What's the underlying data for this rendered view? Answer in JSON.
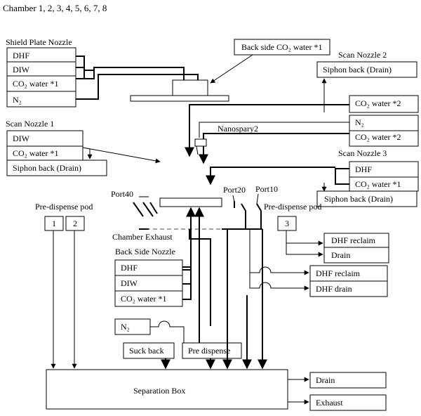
{
  "title": "Chamber 1, 2, 3, 4, 5, 6, 7, 8",
  "shield_plate_nozzle": {
    "title": "Shield Plate Nozzle",
    "items": [
      "DHF",
      "DIW",
      "CO₂ water *1",
      "N₂"
    ]
  },
  "back_side_co2": {
    "label": "Back side CO₂ water *1"
  },
  "scan_nozzle_2": {
    "title": "Scan Nozzle 2",
    "items": [
      "Siphon back (Drain)"
    ]
  },
  "scan_nozzle_1": {
    "title": "Scan Nozzle 1",
    "items": [
      "DIW",
      "CO₂ water *1",
      "Siphon back (Drain)"
    ]
  },
  "right_supply": {
    "items": [
      "CO₂ water *2",
      "N₂",
      "CO₂ water *2"
    ]
  },
  "nanospray": {
    "label": "Nanospary2"
  },
  "scan_nozzle_3": {
    "title": "Scan Nozzle 3",
    "items": [
      "DHF",
      "CO₂ water *1",
      "Siphon back (Drain)"
    ]
  },
  "ports": {
    "port40": "Port40",
    "port20": "Port20",
    "port10": "Port10"
  },
  "pre_dispense_pod_left": {
    "label": "Pre-dispense pod",
    "items": [
      "1",
      "2"
    ]
  },
  "pre_dispense_pod_right": {
    "label": "Pre-dispense pod",
    "items": [
      "3"
    ]
  },
  "chamber_exhaust": {
    "label": "Chamber Exhaust"
  },
  "back_side_nozzle": {
    "title": "Back Side Nozzle",
    "items": [
      "DHF",
      "DIW",
      "CO₂ water *1"
    ]
  },
  "n2_box": {
    "label": "N₂"
  },
  "drain_group_1": {
    "items": [
      "DHF reclaim",
      "Drain"
    ]
  },
  "drain_group_2": {
    "items": [
      "DHF reclaim",
      "DHF drain"
    ]
  },
  "suck_back": {
    "label": "Suck back"
  },
  "pre_dispense": {
    "label": "Pre dispense"
  },
  "separation_box": {
    "label": "Separation Box"
  },
  "outputs": {
    "items": [
      "Drain",
      "Exhaust"
    ]
  }
}
